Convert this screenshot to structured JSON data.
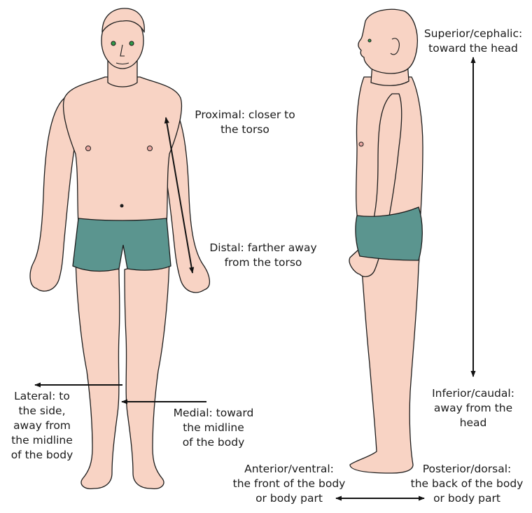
{
  "colors": {
    "skin": "#f8d3c4",
    "skin_outline": "#1c1c1c",
    "shorts": "#5b958f",
    "eyes": "#2f9b4a",
    "arrow": "#111111",
    "text": "#1a1a1a"
  },
  "labels": {
    "proximal": [
      "Proximal: closer to",
      "the torso"
    ],
    "distal": [
      "Distal: farther away",
      "from the torso"
    ],
    "lateral": [
      "Lateral: to",
      "the side,",
      "away from",
      "the midline",
      "of the body"
    ],
    "medial": [
      "Medial: toward",
      "the midline",
      "of the body"
    ],
    "superior": [
      "Superior/cephalic:",
      "toward the head"
    ],
    "inferior": [
      "Inferior/caudal:",
      "away from the",
      "head"
    ],
    "anterior": [
      "Anterior/ventral:",
      "the front of the body",
      "or body part"
    ],
    "posterior": [
      "Posterior/dorsal:",
      "the back of the body",
      "or body part"
    ]
  }
}
